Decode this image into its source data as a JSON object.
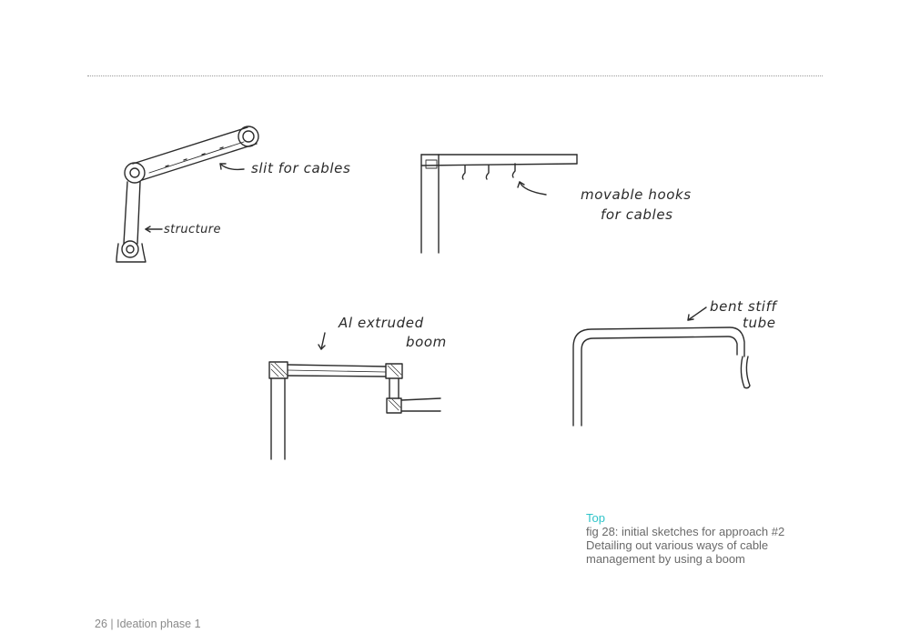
{
  "sketch_labels": {
    "slit": "slit for cables",
    "structure": "structure",
    "hooks_line1": "movable hooks",
    "hooks_line2": "for cables",
    "boom_line1": "Al extruded",
    "boom_line2": "boom",
    "tube_line1": "bent stiff",
    "tube_line2": "tube"
  },
  "caption": {
    "tag": "Top",
    "line1": "fig 28: initial sketches for approach #2",
    "line2": "Detailing out various ways of cable",
    "line3": "management by using a boom"
  },
  "footer": {
    "text": "26 | Ideation phase 1"
  }
}
